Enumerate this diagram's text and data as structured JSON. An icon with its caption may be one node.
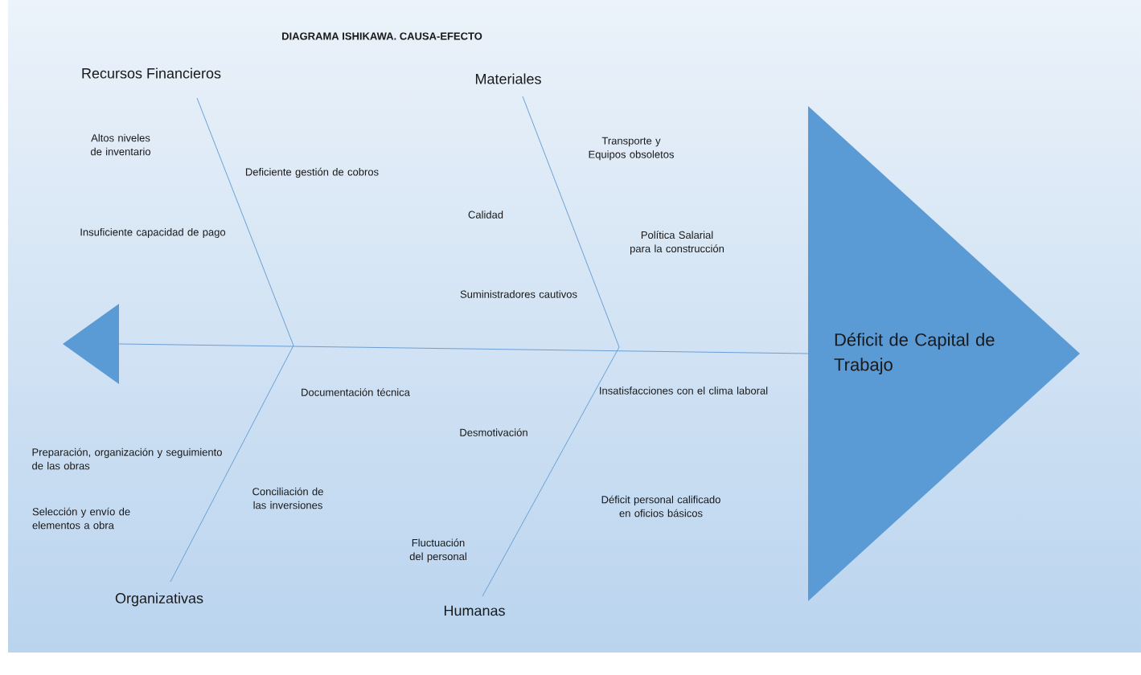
{
  "diagram": {
    "title": "DIAGRAMA ISHIKAWA. CAUSA-EFECTO",
    "nodes": [
      {
        "text": [
          "Déficit de Capital de Trabajo"
        ]
      },
      {
        "text": [],
        "shape": "triangle"
      },
      {
        "text": [
          "Recursos Financieros"
        ]
      },
      {
        "text": [
          "Materiales"
        ]
      },
      {
        "text": [
          "Organizativas"
        ]
      },
      {
        "text": [
          "Humanas"
        ]
      }
    ],
    "edges": [
      {
        "from": 0,
        "to": 1,
        "arrow": "none"
      },
      {
        "from": 2,
        "to": null,
        "arrow": "none"
      },
      {
        "from": 3,
        "to": null,
        "arrow": "none"
      },
      {
        "from": 4,
        "to": null,
        "arrow": "none"
      },
      {
        "from": 5,
        "to": null,
        "arrow": "none"
      }
    ],
    "labels": [
      "Altos niveles de inventario",
      "Deficiente gestión de cobros",
      "Transporte y Equipos obsoletos",
      "Calidad",
      "Insuficiente capacidad de pago",
      "Política Salarial para la construcción",
      "Suministradores cautivos",
      "Documentación técnica",
      "Insatisfacciones con el clima laboral",
      "Desmotivación",
      "Preparación, organización  y seguimiento de las obras",
      "Conciliación de las inversiones",
      "Déficit personal calificado en oficios básicos",
      "Selección y envío de elementos a obra",
      "Fluctuación del personal"
    ]
  }
}
